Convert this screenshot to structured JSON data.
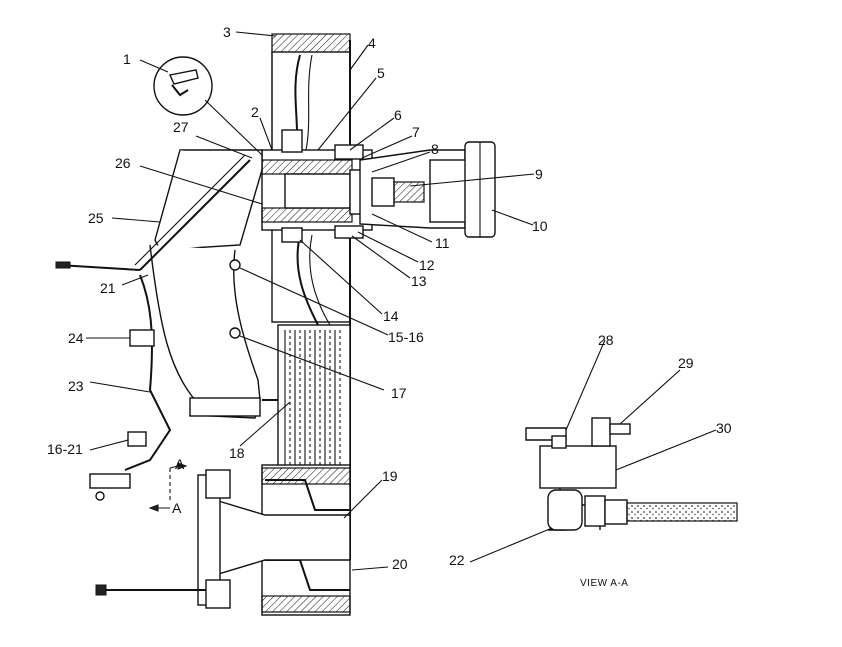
{
  "callouts": {
    "c1": "1",
    "c2": "2",
    "c3": "3",
    "c4": "4",
    "c5": "5",
    "c6": "6",
    "c7": "7",
    "c8": "8",
    "c9": "9",
    "c10": "10",
    "c11": "11",
    "c12": "12",
    "c13": "13",
    "c14": "14",
    "c15_16": "15-16",
    "c16_21": "16-21",
    "c17": "17",
    "c18": "18",
    "c19": "19",
    "c20": "20",
    "c21": "21",
    "c22": "22",
    "c23": "23",
    "c24": "24",
    "c25": "25",
    "c26": "26",
    "c27": "27",
    "c28": "28",
    "c29": "29",
    "c30": "30"
  },
  "section_marks": {
    "upper": "A",
    "lower": "A"
  },
  "view_caption": "VIEW A-A"
}
